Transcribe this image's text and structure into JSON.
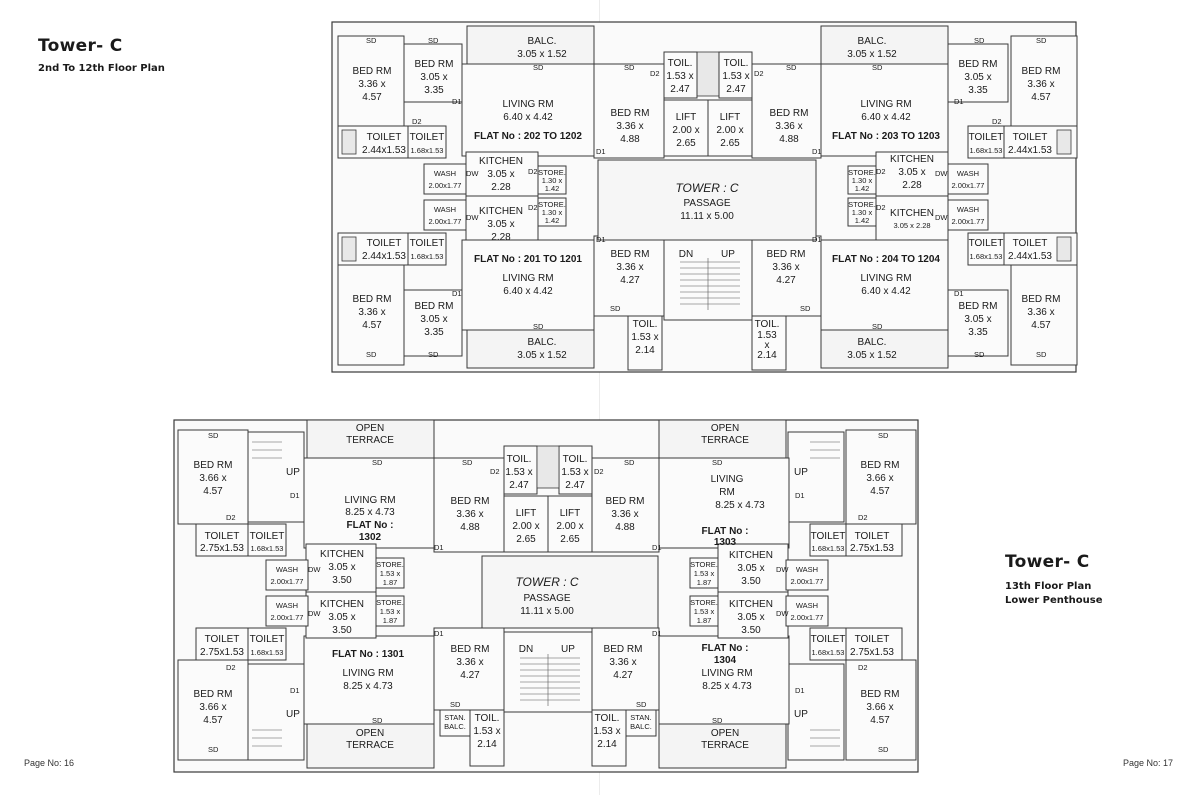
{
  "headings": {
    "left_title": "Tower- C",
    "left_subtitle": "2nd To 12th Floor Plan",
    "right_title": "Tower- C",
    "right_subtitle_1": "13th Floor Plan",
    "right_subtitle_2": "Lower Penthouse"
  },
  "pages": {
    "left": "Page No: 16",
    "right": "Page No: 17"
  },
  "tags": {
    "sd": "SD",
    "d1": "D1",
    "d2": "D2",
    "dw": "DW",
    "up": "UP",
    "dn": "DN"
  },
  "plan_a": {
    "core": {
      "title": "TOWER : C",
      "name": "PASSAGE",
      "dim": "11.11 x 5.00"
    },
    "lift": {
      "name": "LIFT",
      "dim1": "2.00 x",
      "dim2": "2.65"
    },
    "toil_core_top": {
      "name": "TOIL.",
      "dim1": "1.53 x",
      "dim2": "2.47"
    },
    "toil_core_bot": {
      "name": "TOIL.",
      "dim1": "1.53 x",
      "dim2": "2.14"
    },
    "toil_core_bot_r": {
      "name": "TOIL.",
      "dim1": "1.53",
      "dim2": "x",
      "dim3": "2.14"
    },
    "balc": {
      "name": "BALC.",
      "dim": "3.05 x 1.52"
    },
    "living": {
      "name": "LIVING RM",
      "dim": "6.40 x 4.42"
    },
    "bed_336_457": {
      "name": "BED RM",
      "dim1": "3.36 x",
      "dim2": "4.57"
    },
    "bed_305_335": {
      "name": "BED RM",
      "dim1": "3.05 x",
      "dim2": "3.35"
    },
    "bed_336_488": {
      "name": "BED RM",
      "dim1": "3.36 x",
      "dim2": "4.88"
    },
    "bed_336_427": {
      "name": "BED RM",
      "dim1": "3.36 x",
      "dim2": "4.27"
    },
    "toilet_big": {
      "name": "TOILET",
      "dim": "2.44x1.53"
    },
    "toilet_small": {
      "name": "TOILET",
      "dim": "1.68x1.53"
    },
    "kitchen": {
      "name": "KITCHEN",
      "dim1": "3.05 x",
      "dim2": "2.28"
    },
    "kitchen_inline": {
      "name": "KITCHEN",
      "dim": "3.05 x 2.28"
    },
    "wash": {
      "name": "WASH",
      "dim": "2.00x1.77"
    },
    "store": {
      "name": "STORE.",
      "dim1": "1.30 x",
      "dim2": "1.42"
    },
    "flats": [
      "FLAT No : 202 TO 1202",
      "FLAT No : 203 TO 1203",
      "FLAT No : 201 TO 1201",
      "FLAT No : 204 TO 1204"
    ]
  },
  "plan_b": {
    "core": {
      "title": "TOWER : C",
      "name": "PASSAGE",
      "dim": "11.11 x 5.00"
    },
    "lift": {
      "name": "LIFT",
      "dim1": "2.00 x",
      "dim2": "2.65"
    },
    "toil_core_top": {
      "name": "TOIL.",
      "dim1": "1.53 x",
      "dim2": "2.47"
    },
    "toil_core_bot": {
      "name": "TOIL.",
      "dim1": "1.53 x",
      "dim2": "2.14"
    },
    "stan_balc": {
      "name1": "STAN.",
      "name2": "BALC."
    },
    "terrace": {
      "name1": "OPEN",
      "name2": "TERRACE"
    },
    "bed_366_457": {
      "name": "BED RM",
      "dim1": "3.66 x",
      "dim2": "4.57"
    },
    "bed_336_488": {
      "name": "BED RM",
      "dim1": "3.36 x",
      "dim2": "4.88"
    },
    "bed_336_427": {
      "name": "BED RM",
      "dim1": "3.36 x",
      "dim2": "4.27"
    },
    "living": {
      "name": "LIVING RM",
      "dim": "8.25 x 4.73"
    },
    "living_split": {
      "name1": "LIVING",
      "name2": "RM",
      "dim": "8.25 x 4.73"
    },
    "toilet_big": {
      "name": "TOILET",
      "dim": "2.75x1.53"
    },
    "toilet_small": {
      "name": "TOILET",
      "dim": "1.68x1.53"
    },
    "kitchen": {
      "name": "KITCHEN",
      "dim1": "3.05 x",
      "dim2": "3.50"
    },
    "wash": {
      "name": "WASH",
      "dim": "2.00x1.77"
    },
    "store": {
      "name": "STORE.",
      "dim1": "1.53 x",
      "dim2": "1.87"
    },
    "flat_label": "FLAT No :",
    "flat_1302": "1302",
    "flat_1303": "1303",
    "flat_1301": "FLAT No : 1301",
    "flat_1304": "1304"
  }
}
